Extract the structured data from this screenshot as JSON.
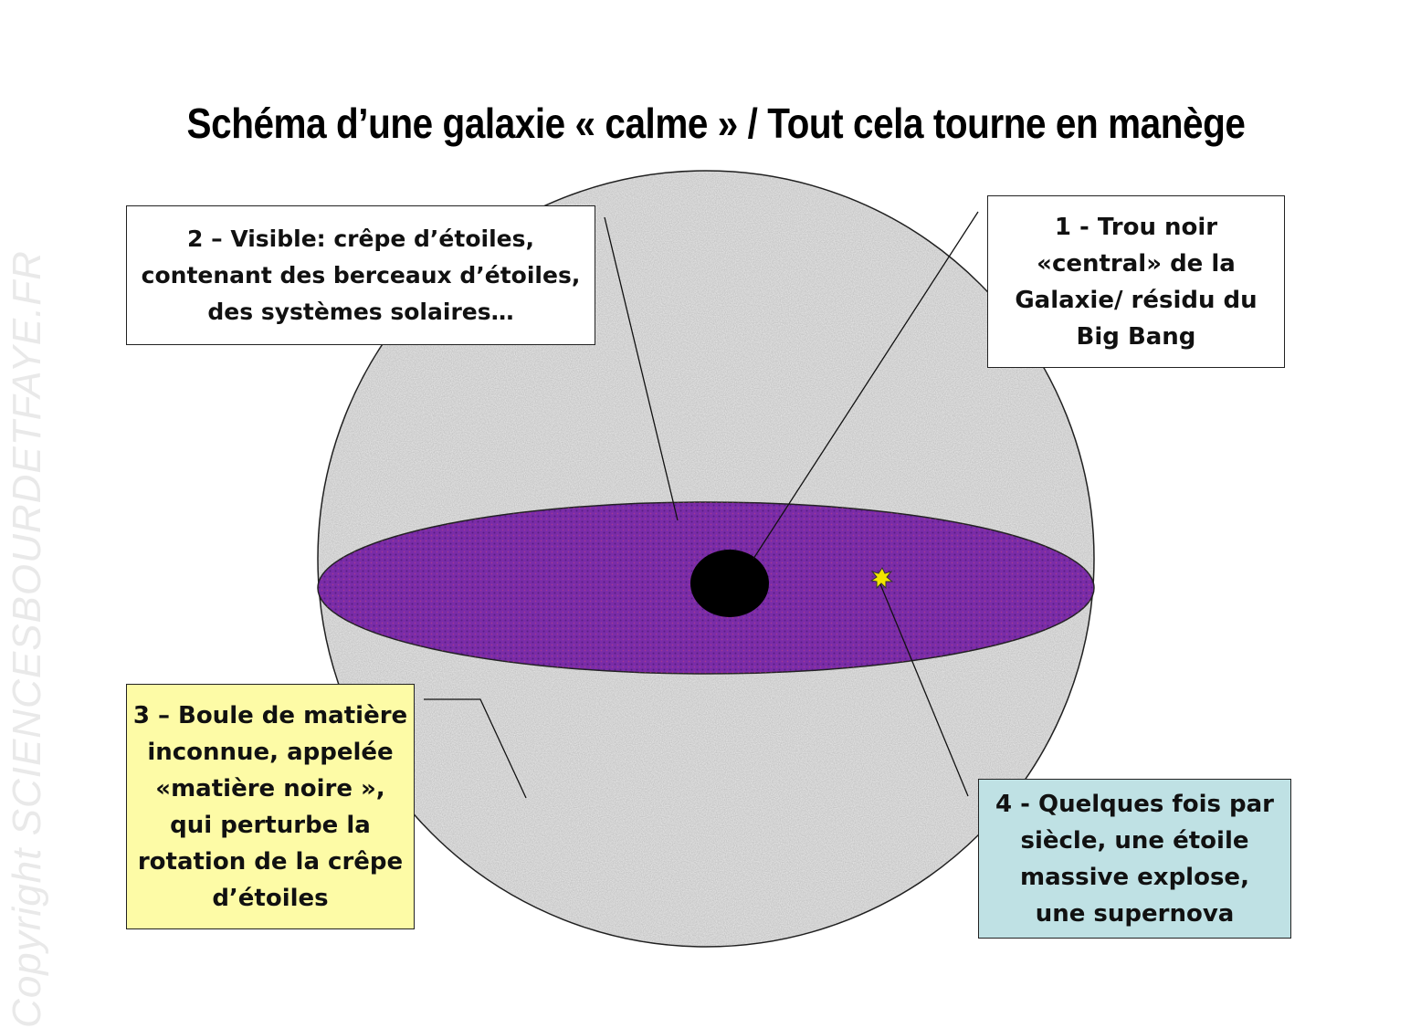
{
  "title": "Schéma d’une galaxie « calme » / Tout cela tourne en manège",
  "watermark": "Copyright SCIENCESBOURDETFAYE.FR",
  "colors": {
    "halo": "#ededed",
    "disk": "#7a2ca8",
    "core": "#000000",
    "supernova": "#f2e600",
    "box_default": "#ffffff",
    "box_darkmatter": "#fdfba6",
    "box_supernova": "#bfe1e4"
  },
  "labels": {
    "visible": {
      "lines": [
        "2 – Visible: crêpe d’étoiles,",
        "contenant des berceaux d’étoiles,",
        "des systèmes solaires…"
      ]
    },
    "blackhole": {
      "lines": [
        "1 - Trou noir",
        "«central» de la",
        "Galaxie/ résidu du",
        "Big Bang"
      ]
    },
    "darkmatter": {
      "lines": [
        "3 – Boule de matière",
        "inconnue, appelée",
        "«matière noire »,",
        "qui perturbe la",
        "rotation de la crêpe",
        "d’étoiles"
      ]
    },
    "supernova": {
      "lines": [
        "4 - Quelques fois par",
        "siècle, une étoile",
        "massive explose,",
        "une supernova"
      ]
    }
  }
}
